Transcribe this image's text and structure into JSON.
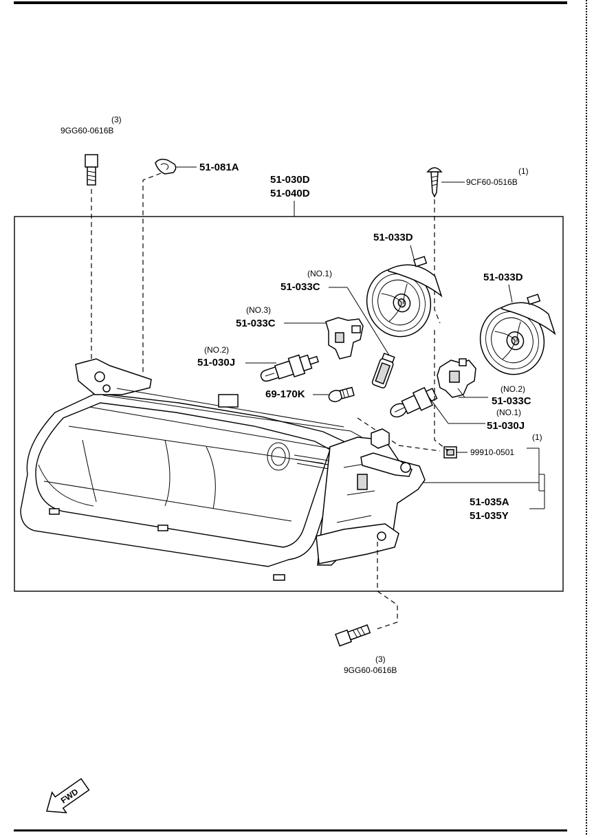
{
  "callouts": {
    "bolt_top": {
      "qty": "(3)",
      "part": "9GG60-0616B"
    },
    "clip_top": {
      "part": "51-081A"
    },
    "assembly": {
      "part1": "51-030D",
      "part2": "51-040D"
    },
    "screw": {
      "qty": "(1)",
      "part": "9CF60-0516B"
    },
    "socket_left_d": {
      "part": "51-033D"
    },
    "socket_right_d": {
      "part": "51-033D"
    },
    "socket_no1": {
      "num": "(NO.1)",
      "part": "51-033C"
    },
    "socket_no3": {
      "num": "(NO.3)",
      "part": "51-033C"
    },
    "bulb_no2": {
      "num": "(NO.2)",
      "part": "51-030J"
    },
    "bulb_small": {
      "part": "69-170K"
    },
    "socket_no2": {
      "num": "(NO.2)",
      "part": "51-033C"
    },
    "bulb_no1": {
      "num": "(NO.1)",
      "part": "51-030J"
    },
    "nut": {
      "qty": "(1)",
      "part": "99910-0501"
    },
    "adjuster": {
      "part1": "51-035A",
      "part2": "51-035Y"
    },
    "bolt_bottom": {
      "qty": "(3)",
      "part": "9GG60-0616B"
    }
  },
  "fwd_label": "FWD"
}
